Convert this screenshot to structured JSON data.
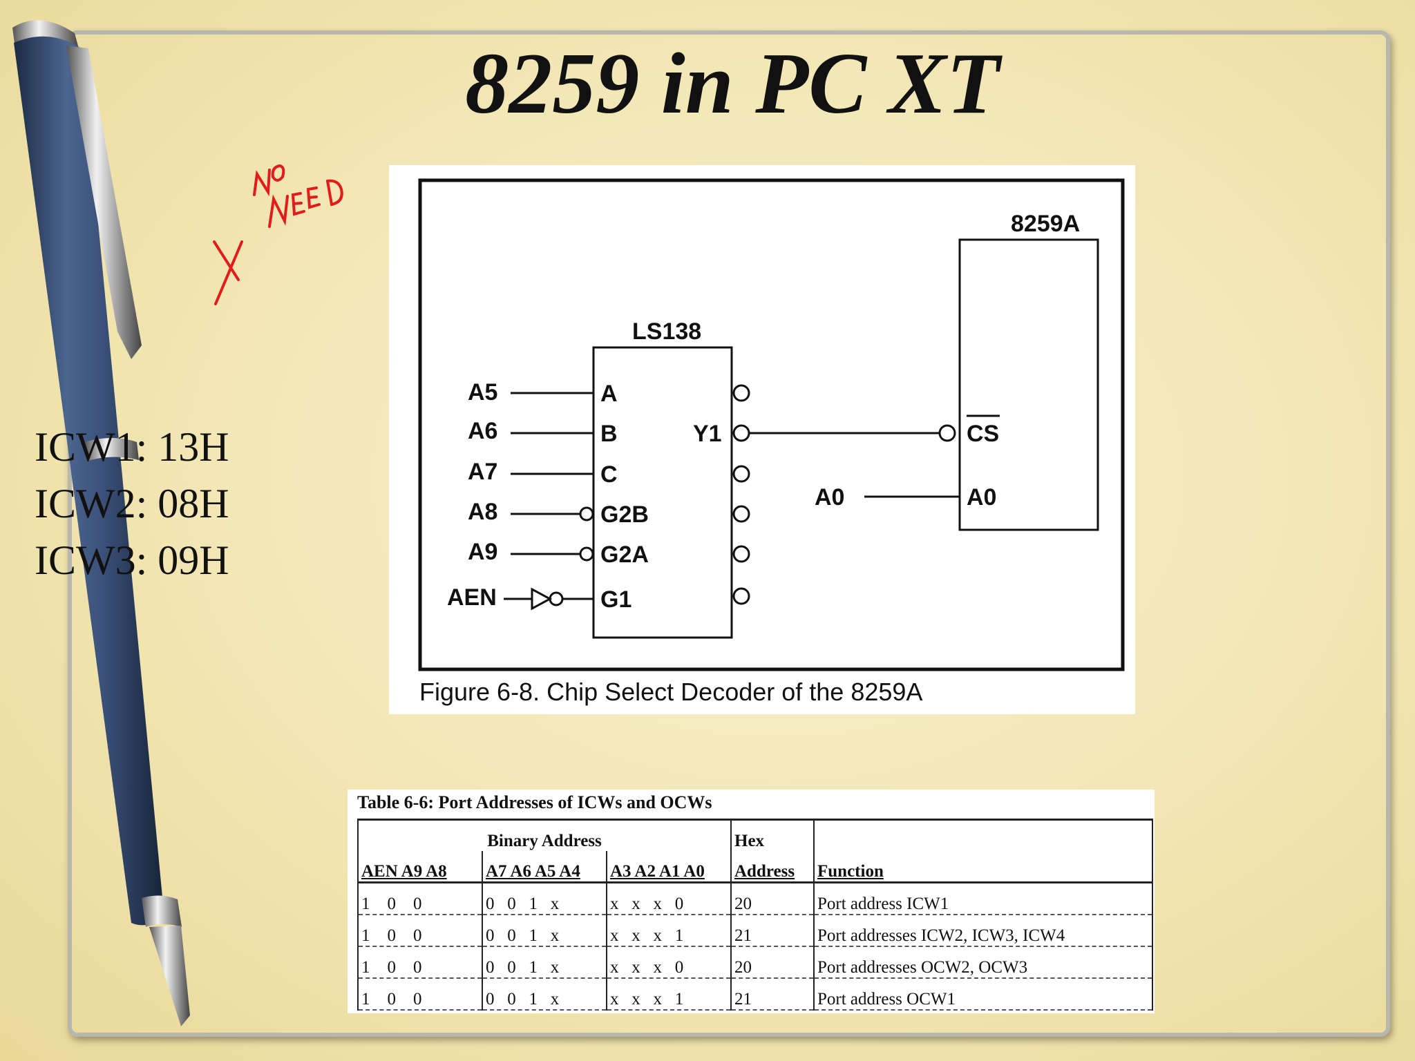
{
  "slide": {
    "title": "8259 in PC XT",
    "annotation_note": "NO NEED",
    "icw_lines": [
      "ICW1: 13H",
      "ICW2: 08H",
      "ICW3: 09H"
    ]
  },
  "figure": {
    "caption": "Figure 6-8. Chip Select Decoder of the 8259A",
    "decoder_label": "LS138",
    "controller_label": "8259A",
    "inputs": [
      "A5",
      "A6",
      "A7",
      "A8",
      "A9",
      "AEN"
    ],
    "decoder_pins": [
      "A",
      "B",
      "C",
      "G2B",
      "G2A",
      "G1"
    ],
    "output_label": "Y1",
    "cs_label": "CS",
    "a0_input": "A0",
    "a0_pin": "A0"
  },
  "table": {
    "caption": "Table 6-6: Port Addresses of ICWs and OCWs",
    "group_header": "Binary Address",
    "hex_header": "Hex",
    "columns": [
      "AEN A9 A8",
      "A7 A6 A5 A4",
      "A3 A2 A1 A0",
      "Address",
      "Function"
    ],
    "rows": [
      {
        "aen": "1    0    0",
        "a7a4": "0   0   1   x",
        "a3a0": "x   x   x   0",
        "hex": "20",
        "func": "Port address ICW1"
      },
      {
        "aen": "1    0    0",
        "a7a4": "0   0   1   x",
        "a3a0": "x   x   x   1",
        "hex": "21",
        "func": "Port addresses ICW2, ICW3, ICW4"
      },
      {
        "aen": "1    0    0",
        "a7a4": "0   0   1   x",
        "a3a0": "x   x   x   0",
        "hex": "20",
        "func": "Port addresses OCW2, OCW3"
      },
      {
        "aen": "1    0    0",
        "a7a4": "0   0   1   x",
        "a3a0": "x   x   x   1",
        "hex": "21",
        "func": "Port address OCW1"
      }
    ]
  }
}
